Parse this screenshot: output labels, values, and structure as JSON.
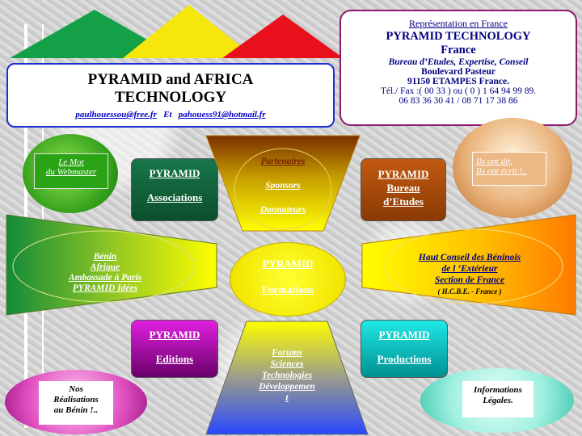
{
  "header_left": {
    "title_line1": "PYRAMID  and  AFRICA",
    "title_line2": "TECHNOLOGY",
    "email1": "paulhouessou@free.fr",
    "email_sep": "Et",
    "email2": "pahouess91@hotmail.fr"
  },
  "header_right": {
    "line1": "Représentation en France",
    "line2": "PYRAMID  TECHNOLOGY",
    "line3": "France",
    "line4": "Bureau d’Etudes, Expertise, Conseil",
    "line5": "Boulevard  Pasteur",
    "line6": "91150  ETAMPES  France.",
    "line7": "Tél./ Fax :( 00 33 ) ou ( 0 ) 1 64 94 99 89.",
    "line8": "06 83 36 30 41  /  08 71 17 38 86"
  },
  "webmaster": {
    "line1": "Le Mot",
    "line2": "du Webmaster"
  },
  "ils_ont": {
    "line1": "Ils ont dit,",
    "line2": "Ils ont écrit !.."
  },
  "associations": {
    "line1": "PYRAMID",
    "line2": "Associations"
  },
  "bureau": {
    "line1": "PYRAMID",
    "line2": "Bureau",
    "line3": "d’Etudes"
  },
  "center_top": {
    "item1": "Partenaires",
    "item2": "Sponsors",
    "item3": "Donnateurs"
  },
  "center_mid": {
    "line1": "PYRAMID",
    "line2": "Formations"
  },
  "center_bottom": {
    "line1": "Forums",
    "line2": "Sciences",
    "line3": "Technologies",
    "line4": "Développemen",
    "line5": "t"
  },
  "left_wing": {
    "line1": "Bénin",
    "line2": "Afrique",
    "line3": "Ambassade à Paris",
    "line4": "PYRAMID  Idées"
  },
  "right_wing": {
    "line1": "Haut Conseil des Béninois",
    "line2": "de l ’Extérieur",
    "line3": "Section de France",
    "line4": "(  H.C.B.E. - France  )"
  },
  "editions": {
    "line1": "PYRAMID",
    "line2": "Editions"
  },
  "productions": {
    "line1": "PYRAMID",
    "line2": "Productions"
  },
  "realisations": {
    "line1": "Nos",
    "line2": "Réalisations",
    "line3": "au Bénin !.."
  },
  "informations": {
    "line1": "Informations",
    "line2": "Légales."
  }
}
